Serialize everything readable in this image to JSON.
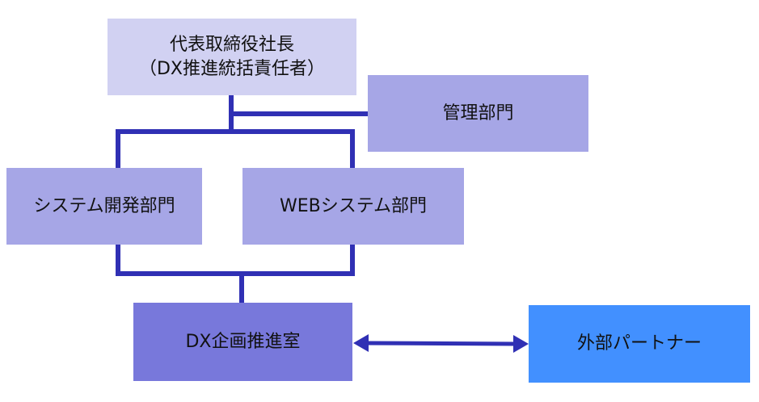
{
  "colors": {
    "ceo": "#d1d1f2",
    "department": "#a6a6e6",
    "dx_office": "#7878db",
    "partner": "#4290ff",
    "connector": "#3030b4"
  },
  "nodes": {
    "ceo": {
      "line1": "代表取締役社長",
      "line2": "（DX推進統括責任者）"
    },
    "admin": {
      "label": "管理部門"
    },
    "sysdev": {
      "label": "システム開発部門"
    },
    "web": {
      "label": "WEBシステム部門"
    },
    "dx_office": {
      "label": "DX企画推進室"
    },
    "partner": {
      "label": "外部パートナー"
    }
  },
  "edges": [
    {
      "from": "ceo",
      "to": "admin",
      "type": "line"
    },
    {
      "from": "ceo",
      "to": "sysdev",
      "type": "line"
    },
    {
      "from": "ceo",
      "to": "web",
      "type": "line"
    },
    {
      "from": "sysdev",
      "to": "dx_office",
      "type": "line"
    },
    {
      "from": "web",
      "to": "dx_office",
      "type": "line"
    },
    {
      "from": "dx_office",
      "to": "partner",
      "type": "bidirectional-arrow"
    }
  ]
}
